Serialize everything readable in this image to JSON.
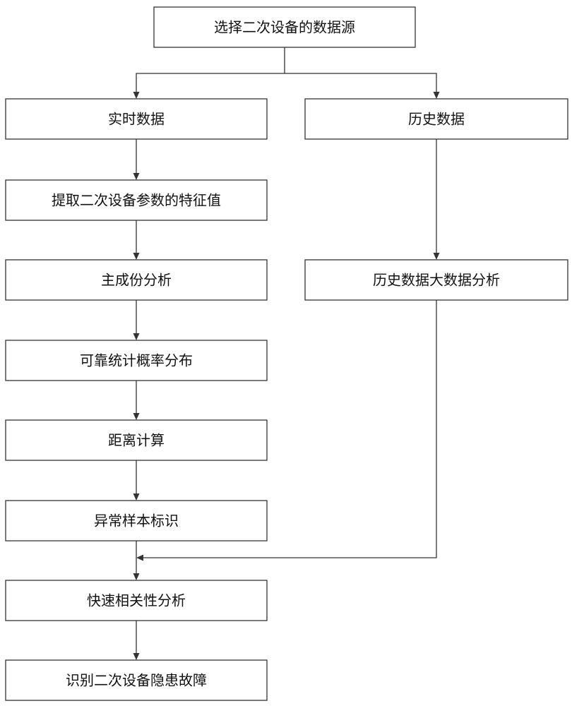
{
  "nodes": [
    {
      "id": "select-source",
      "label": "选择二次设备的数据源"
    },
    {
      "id": "realtime-data",
      "label": "实时数据"
    },
    {
      "id": "history-data",
      "label": "历史数据"
    },
    {
      "id": "extract-features",
      "label": "提取二次设备参数的特征值"
    },
    {
      "id": "pca",
      "label": "主成份分析"
    },
    {
      "id": "history-bigdata",
      "label": "历史数据大数据分析"
    },
    {
      "id": "probability-distribution",
      "label": "可靠统计概率分布"
    },
    {
      "id": "distance-calc",
      "label": "距离计算"
    },
    {
      "id": "anomaly-marking",
      "label": "异常样本标识"
    },
    {
      "id": "correlation-analysis",
      "label": "快速相关性分析"
    },
    {
      "id": "identify-faults",
      "label": "识别二次设备隐患故障"
    }
  ],
  "edges": [
    {
      "from": "select-source",
      "to": "realtime-data"
    },
    {
      "from": "select-source",
      "to": "history-data"
    },
    {
      "from": "realtime-data",
      "to": "extract-features"
    },
    {
      "from": "extract-features",
      "to": "pca"
    },
    {
      "from": "pca",
      "to": "probability-distribution"
    },
    {
      "from": "probability-distribution",
      "to": "distance-calc"
    },
    {
      "from": "distance-calc",
      "to": "anomaly-marking"
    },
    {
      "from": "anomaly-marking",
      "to": "correlation-analysis"
    },
    {
      "from": "history-data",
      "to": "history-bigdata"
    },
    {
      "from": "history-bigdata",
      "to": "correlation-analysis"
    },
    {
      "from": "correlation-analysis",
      "to": "identify-faults"
    }
  ],
  "colors": {
    "stroke": "#333333",
    "text": "#111111",
    "background": "#ffffff"
  }
}
